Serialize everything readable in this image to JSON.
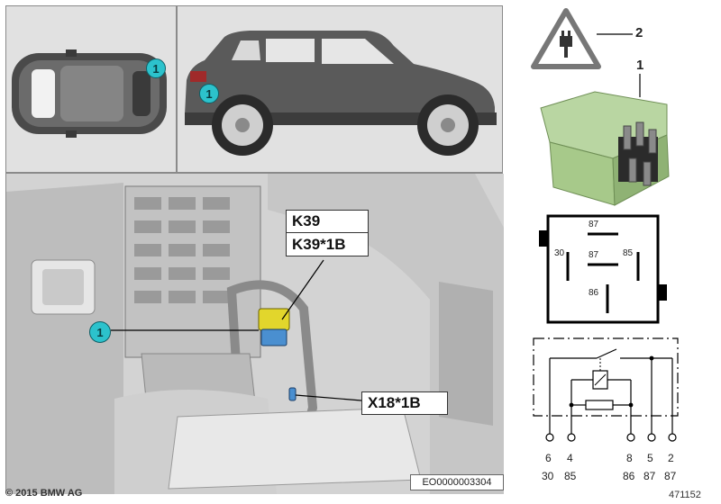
{
  "callouts": {
    "part_number": "1",
    "icon_number": "2"
  },
  "labels": {
    "relay_name": "K39",
    "relay_connector": "K39*1B",
    "wire_connector": "X18*1B"
  },
  "pinout": {
    "pins": [
      "87",
      "30",
      "87",
      "85",
      "86"
    ]
  },
  "schematic": {
    "terminals": [
      "6",
      "4",
      "8",
      "5",
      "2"
    ],
    "terminal_functions": [
      "30",
      "85",
      "86",
      "87",
      "87"
    ]
  },
  "footer": {
    "image_code": "EO0000003304",
    "copyright": "© 2015 BMW AG",
    "catalog_number": "471152"
  },
  "colors": {
    "callout_fill": "#2cc2cc",
    "relay_body": "#a7c98a",
    "relay_highlight": "#e2d62c",
    "connector_blue": "#4a8fd0"
  },
  "icons": {
    "warning": "plug-warning-icon"
  }
}
